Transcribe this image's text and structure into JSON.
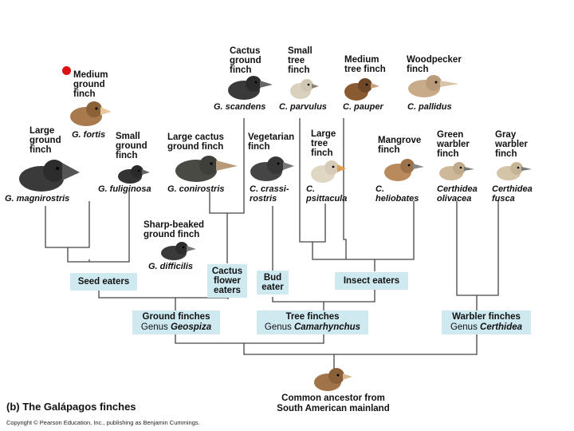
{
  "labels": {
    "medium_ground": "Medium\nground\nfinch",
    "large_ground": "Large\nground\nfinch",
    "small_ground": "Small\nground\nfinch",
    "large_cactus_ground": "Large cactus\nground finch",
    "sharp_beaked": "Sharp-beaked\nground finch",
    "cactus_ground": "Cactus\nground\nfinch",
    "small_tree": "Small\ntree\nfinch",
    "medium_tree": "Medium\ntree finch",
    "woodpecker": "Woodpecker\nfinch",
    "vegetarian": "Vegetarian\nfinch",
    "large_tree": "Large\ntree\nfinch",
    "mangrove": "Mangrove\nfinch",
    "green_warbler": "Green\nwarbler\nfinch",
    "gray_warbler": "Gray\nwarbler\nfinch"
  },
  "species": {
    "fortis": "G. fortis",
    "magnirostris": "G. magnirostris",
    "fuliginosa": "G. fuliginosa",
    "conirostris": "G. conirostris",
    "difficilis": "G. difficilis",
    "scandens": "G. scandens",
    "parvulus": "C. parvulus",
    "pauper": "C. pauper",
    "pallidus": "C. pallidus",
    "crassirostris": "C. crassi-\nrostris",
    "psittacula": "C.\npsittacula",
    "heliobates": "C.\nheliobates",
    "olivacea": "Certhidea\nolivacea",
    "fusca": "Certhidea\nfusca"
  },
  "diets": {
    "seed": "Seed eaters",
    "cactus_flower": "Cactus\nflower\neaters",
    "bud": "Bud\neater",
    "insect": "Insect eaters"
  },
  "groups": {
    "ground": {
      "name": "Ground finches",
      "genus_prefix": "Genus ",
      "genus": "Geospiza"
    },
    "tree": {
      "name": "Tree finches",
      "genus_prefix": "Genus ",
      "genus": "Camarhynchus"
    },
    "warbler": {
      "name": "Warbler finches",
      "genus_prefix": "Genus ",
      "genus": "Certhidea"
    }
  },
  "ancestor": "Common ancestor from\nSouth American mainland",
  "figure_label": "(b) The Galápagos finches",
  "copyright": "Copyright © Pearson Education, Inc., publishing as Benjamin Cummings.",
  "colors": {
    "box_fill": "#cfe9f0",
    "line": "#444444",
    "marker": "#dd1111",
    "bird_brown": "#a97a4e",
    "bird_dark": "#3a3a3a",
    "bird_pale": "#d9d0bd"
  },
  "icons": [
    "bird-icon"
  ]
}
